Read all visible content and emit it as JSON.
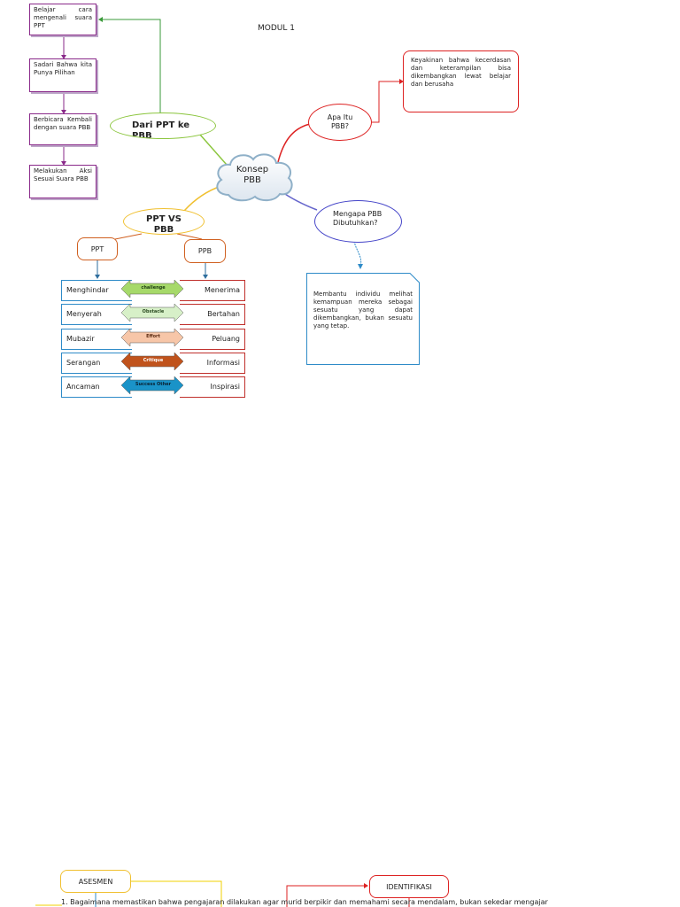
{
  "title": "MODUL 1",
  "steps": [
    "Belajar cara mengenali suara PPT",
    "Sadari Bahwa kita Punya Pilihan",
    "Berbicara Kembali dengan suara PBB",
    "Melakukan Aksi Sesuai Suara PBB"
  ],
  "center": "Konsep PBB",
  "dari": "Dari PPT ke PBB",
  "apa_itu": "Apa Itu PBB?",
  "keyakinan": "Keyakinan bahwa kecerdasan dan keterampilan bisa dikembangkan lewat belajar dan berusaha",
  "mengapa": "Mengapa PBB Dibutuhkan?",
  "membantu": "Membantu individu melihat kemampuan mereka sebagai sesuatu yang dapat dikembangkan, bukan sesuatu yang tetap.",
  "vs": "PPT VS PBB",
  "ppt_label": "PPT",
  "ppb_label": "PPB",
  "comparisons": [
    {
      "left": "Menghindar",
      "mid": "challenge",
      "right": "Menerima",
      "color": "#a6d96a"
    },
    {
      "left": "Menyerah",
      "mid": "Obstacle",
      "right": "Bertahan",
      "color": "#d7f0c8"
    },
    {
      "left": "Mubazir",
      "mid": "Effort",
      "right": "Peluang",
      "color": "#f7c6a8"
    },
    {
      "left": "Serangan",
      "mid": "Critique",
      "right": "Informasi",
      "color": "#c0531c"
    },
    {
      "left": "Ancaman",
      "mid": "Success Other",
      "right": "Inspirasi",
      "color": "#1a93c8"
    }
  ],
  "asesmen": "ASESMEN",
  "identifikasi": "IDENTIFIKASI",
  "bottom_text": "1. Bagaimana memastikan bahwa pengajaran dilakukan agar murid berpikir dan memahami secara mendalam, bukan sekedar mengajar"
}
